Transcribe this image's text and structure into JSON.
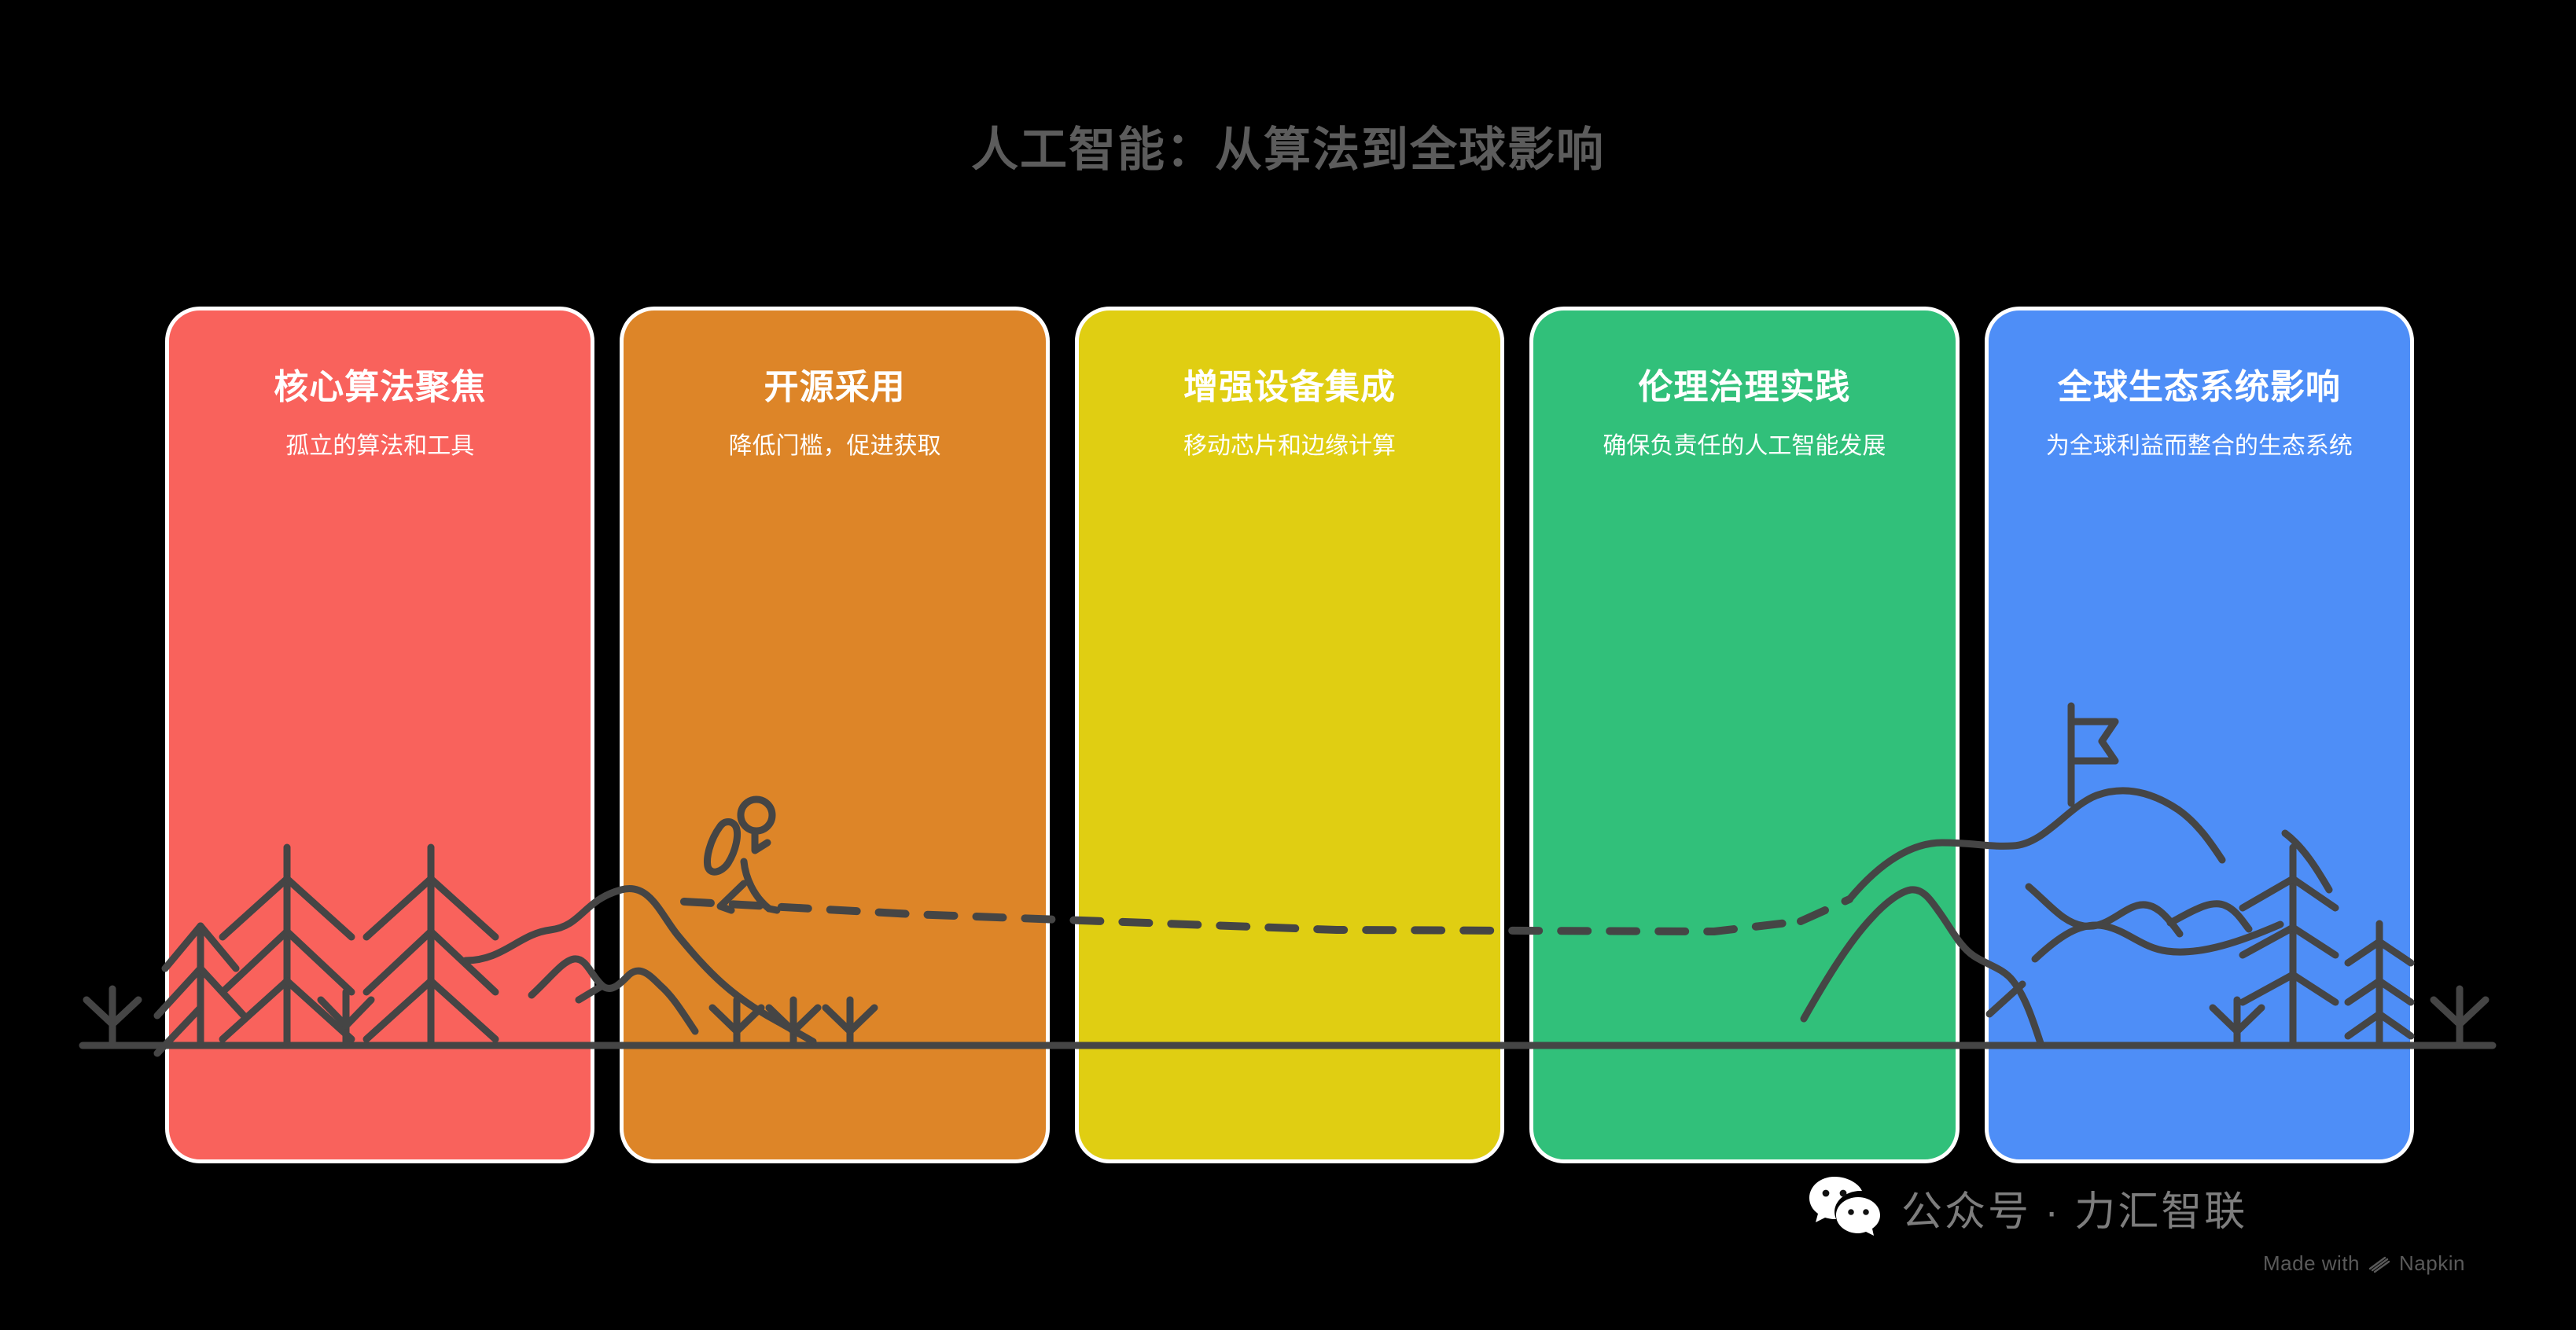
{
  "page": {
    "background_color": "#000000",
    "title": "人工智能：从算法到全球影响",
    "title_color": "#5c5c5c"
  },
  "cards": [
    {
      "title": "核心算法聚焦",
      "subtitle": "孤立的算法和工具",
      "color": "#f9625c",
      "name": "card-core-algorithm-focus"
    },
    {
      "title": "开源采用",
      "subtitle": "降低门槛，促进获取",
      "color": "#dd8528",
      "name": "card-open-source-adoption"
    },
    {
      "title": "增强设备集成",
      "subtitle": "移动芯片和边缘计算",
      "color": "#e0ce12",
      "name": "card-device-integration"
    },
    {
      "title": "伦理治理实践",
      "subtitle": "确保负责任的人工智能发展",
      "color": "#31c07a",
      "name": "card-ethical-governance"
    },
    {
      "title": "全球生态系统影响",
      "subtitle": "为全球利益而整合的生态系统",
      "color": "#4e8ef7",
      "name": "card-global-ecosystem-impact"
    }
  ],
  "illustration": {
    "stroke_color": "#454545",
    "ground_line_label": "ground-line",
    "elements": [
      "pine-trees",
      "dashed-trail-path",
      "hiker-with-backpack",
      "mountain-ridges",
      "summit-flag",
      "small-shrubs"
    ]
  },
  "footer": {
    "wechat_icon": "wechat-icon",
    "account_text": "公众号 · 力汇智联",
    "made_with_prefix": "Made with",
    "made_with_brand": "Napkin",
    "text_color": "#7d7d7d"
  }
}
